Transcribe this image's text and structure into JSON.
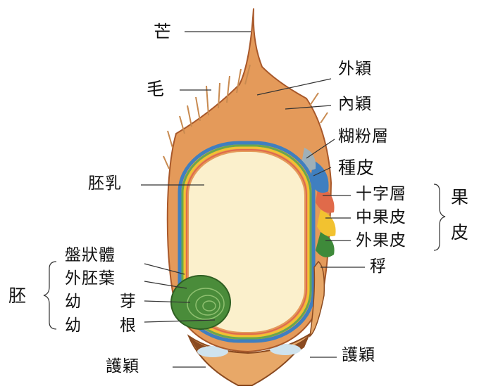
{
  "labels": {
    "awn": "芒",
    "hair": "毛",
    "lemma": "外穎",
    "palea": "內穎",
    "aleurone": "糊粉層",
    "seed_coat": "種皮",
    "endosperm": "胚乳",
    "cross_layer": "十字層",
    "mesocarp": "中果皮",
    "exocarp": "外果皮",
    "pericarp_char1": "果",
    "pericarp_char2": "皮",
    "scutellum": "盤狀體",
    "epiblast": "外胚葉",
    "plumule_a": "幼",
    "plumule_b": "芽",
    "radicle_a": "幼",
    "radicle_b": "根",
    "embryo": "胚",
    "rachilla": "稃",
    "glume_right": "護穎",
    "glume_left": "護穎"
  },
  "colors": {
    "husk": "#e49a5a",
    "husk_dark": "#a8582a",
    "endosperm": "#fbf0cc",
    "embryo": "#4a8c3a",
    "blue_layer": "#3f7fc0",
    "red_layer": "#e06a4a",
    "yellow_layer": "#f2c230",
    "green_layer": "#3e8a3a"
  }
}
